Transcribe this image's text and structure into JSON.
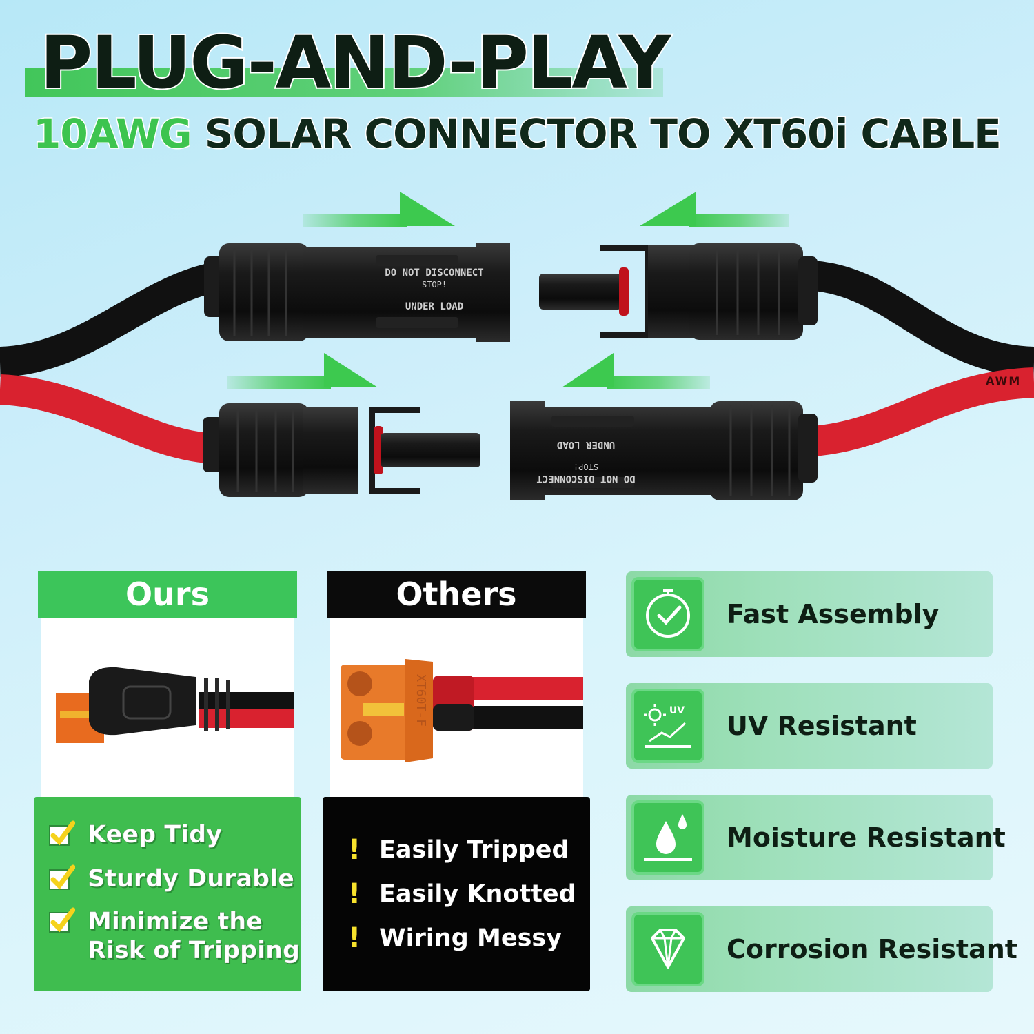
{
  "header": {
    "title": "PLUG-AND-PLAY",
    "subtitle_accent": "10AWG",
    "subtitle_rest": "SOLAR CONNECTOR TO XT60i CABLE"
  },
  "connectors": {
    "top_label_line1": "DO NOT DISCONNECT",
    "top_label_line2": "STOP!",
    "top_label_line3": "UNDER LOAD",
    "cable_mark": "AWM"
  },
  "comparison": {
    "ours": {
      "heading": "Ours",
      "features": [
        "Keep Tidy",
        "Sturdy Durable",
        "Minimize the",
        "Risk of Tripping"
      ]
    },
    "others": {
      "heading": "Others",
      "features": [
        "Easily Tripped",
        "Easily Knotted",
        "Wiring Messy"
      ],
      "connector_mark": "XT60T-F"
    }
  },
  "features": [
    {
      "label": "Fast Assembly",
      "icon": "clock-check-icon"
    },
    {
      "label": "UV Resistant",
      "icon": "uv-sun-icon",
      "icon_text": "UV"
    },
    {
      "label": "Moisture Resistant",
      "icon": "water-drop-icon"
    },
    {
      "label": "Corrosion Resistant",
      "icon": "diamond-icon"
    }
  ],
  "colors": {
    "brand_green": "#3cc55a",
    "dark": "#0b0b0b",
    "cable_red": "#d9222f",
    "warning_yellow": "#f7e22c"
  }
}
